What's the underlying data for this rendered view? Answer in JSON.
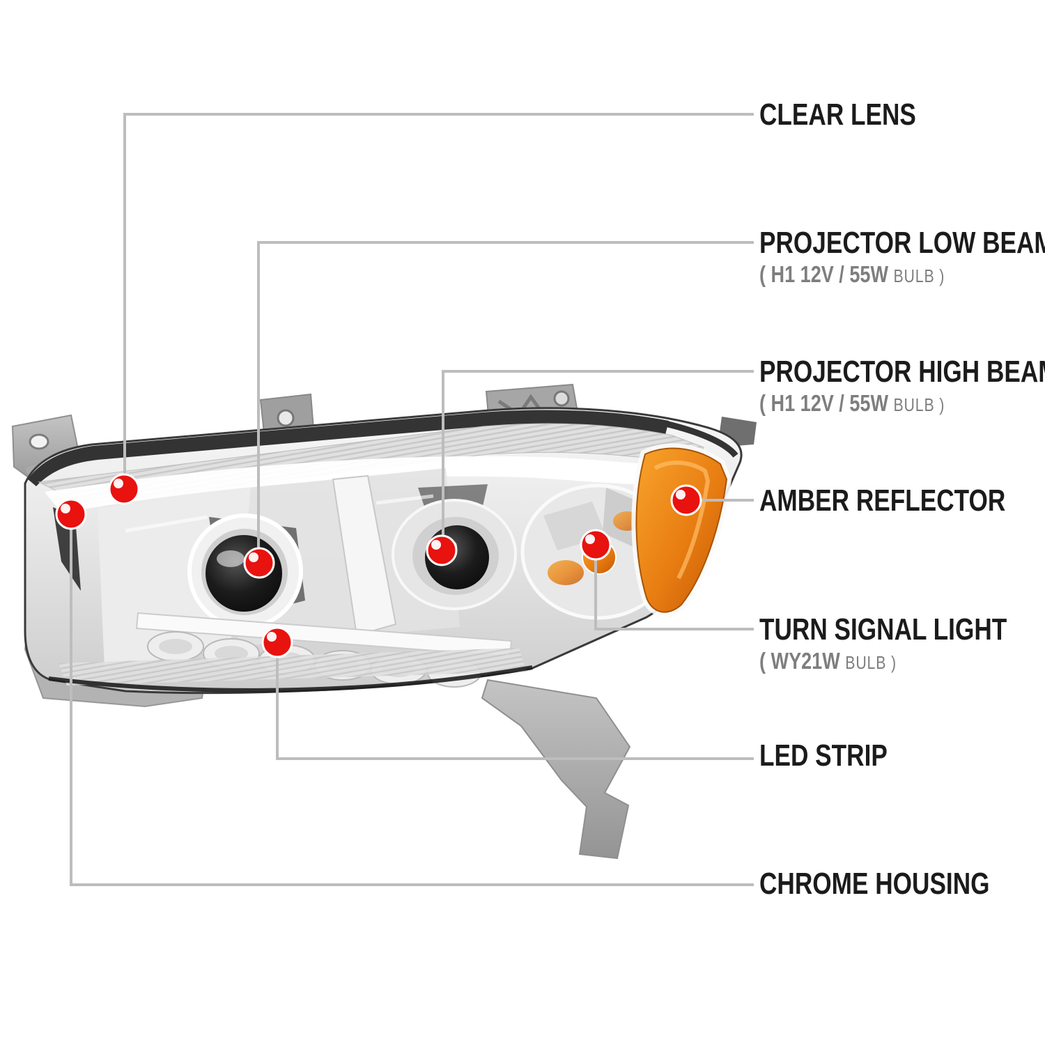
{
  "diagram_labels": [
    {
      "id": "clear-lens",
      "title": "CLEAR LENS"
    },
    {
      "id": "projector-low-beam",
      "title": "PROJECTOR LOW BEAM",
      "sub_spec": "( H1  12V / 55W ",
      "sub_bulb": "BULB )"
    },
    {
      "id": "projector-high-beam",
      "title": "PROJECTOR HIGH BEAM",
      "sub_spec": "( H1  12V / 55W ",
      "sub_bulb": "BULB )"
    },
    {
      "id": "amber-reflector",
      "title": "AMBER REFLECTOR"
    },
    {
      "id": "turn-signal-light",
      "title": "TURN SIGNAL LIGHT",
      "sub_spec": "( WY21W ",
      "sub_bulb": "BULB )"
    },
    {
      "id": "led-strip",
      "title": "LED STRIP"
    },
    {
      "id": "chrome-housing",
      "title": "CHROME HOUSING"
    }
  ],
  "colors": {
    "marker_red": "#e8120f",
    "leader_gray": "#bdbdbd",
    "label_black": "#1b1b1b",
    "label_sub_gray": "#7e7e7e",
    "amber": "#e87d12",
    "chrome_light": "#efefef",
    "bracket_gray": "#a6a6a6"
  }
}
